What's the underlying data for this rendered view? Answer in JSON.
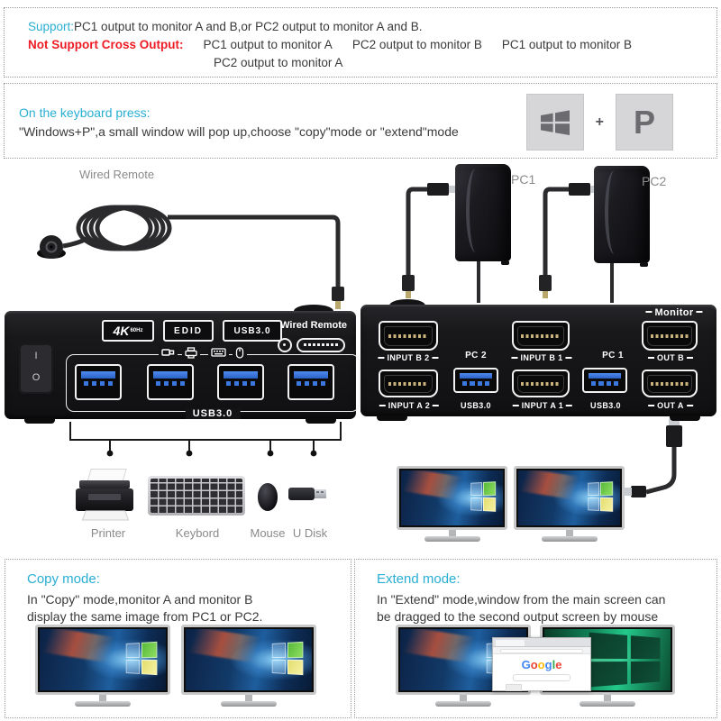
{
  "support_box": {
    "support_label": "Support:",
    "support_text": "PC1 output to monitor A and B,or PC2 output to monitor A and B.",
    "not_support_label": "Not Support Cross Output:",
    "ns_item1": "PC1 output to monitor A",
    "ns_item2": "PC2 output to monitor B",
    "ns_item3": "PC1 output to monitor B",
    "ns_line2": "PC2 output to monitor A"
  },
  "keyboard_box": {
    "heading": "On the keyboard press:",
    "body": "\"Windows+P\",a small window will pop up,choose \"copy\"mode or \"extend\"mode",
    "plus": "+",
    "p_key": "P"
  },
  "diagram": {
    "wired_remote_label": "Wired Remote",
    "pc1_label": "PC1",
    "pc2_label": "PC2",
    "front_panel": {
      "badge_4k": "4K",
      "badge_4k_sub": "60Hz",
      "badge_edid": "EDID",
      "badge_usb": "USB3.0",
      "wired_remote_port_label": "Wired Remote",
      "usb_group_label": "USB3.0",
      "power_on": "I",
      "power_off": "O"
    },
    "back_panel": {
      "input_b2": "INPUT B 2",
      "pc2_group": "PC 2",
      "input_a2": "INPUT A 2",
      "usb_pc2": "USB3.0",
      "input_b1": "INPUT B 1",
      "pc1_group": "PC 1",
      "input_a1": "INPUT A 1",
      "usb_pc1": "USB3.0",
      "monitor_label": "Monitor",
      "out_b": "OUT B",
      "out_a": "OUT A"
    },
    "peripherals": {
      "printer": "Printer",
      "keyboard": "Keybord",
      "mouse": "Mouse",
      "udisk": "U Disk"
    }
  },
  "copy_box": {
    "heading": "Copy mode:",
    "line1": "In \"Copy\" mode,monitor A and monitor B",
    "line2": "display the same image from PC1 or PC2."
  },
  "extend_box": {
    "heading": "Extend mode:",
    "line1": "In \"Extend\" mode,window from the main screen can",
    "line2": "be dragged to the second output screen by mouse",
    "google_letters": [
      {
        "ch": "G",
        "color": "#4285F4"
      },
      {
        "ch": "o",
        "color": "#EA4335"
      },
      {
        "ch": "o",
        "color": "#FBBC05"
      },
      {
        "ch": "g",
        "color": "#4285F4"
      },
      {
        "ch": "l",
        "color": "#34A853"
      },
      {
        "ch": "e",
        "color": "#EA4335"
      }
    ]
  },
  "colors": {
    "accent_cyan": "#29AED3",
    "alert_red": "#ED1C24",
    "usb_blue": "#3A78E0"
  }
}
